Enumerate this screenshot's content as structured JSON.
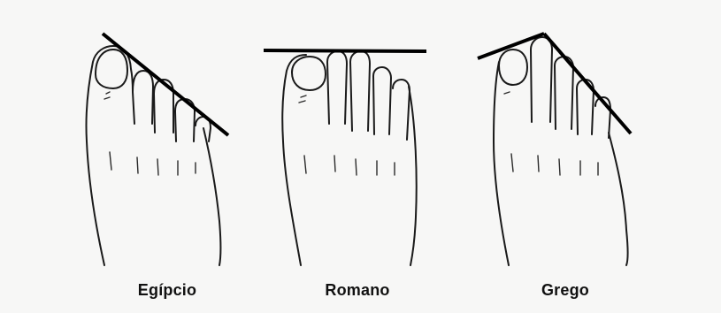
{
  "foot_types": [
    {
      "label": "Egípcio"
    },
    {
      "label": "Romano"
    },
    {
      "label": "Grego"
    }
  ]
}
